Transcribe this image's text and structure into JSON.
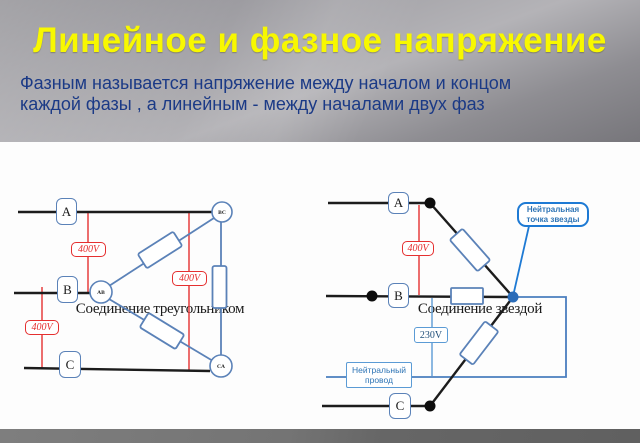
{
  "slide": {
    "title": "Линейное и фазное напряжение",
    "subtitle_line1": "Фазным называется напряжение между началом и концом",
    "subtitle_line2": "каждой фазы , а линейным - между началами двух фаз"
  },
  "colors": {
    "title_yellow": "#f8f800",
    "subtitle_blue": "#1b3a86",
    "phase_line_black": "#1c1c1c",
    "component_blue": "#5b82b8",
    "measure_red": "#e53030",
    "neutral_path_blue": "#4a7ebf",
    "callout_blue": "#1e7ad4",
    "label_text_blue": "#2e74b5"
  },
  "delta": {
    "title": "Соединение треугольником",
    "nodes": {
      "a": "A",
      "b": "B",
      "c": "C"
    },
    "junctions": {
      "top": "BC",
      "left": "AB",
      "bottom": "CA"
    },
    "voltages": {
      "ab": "400V",
      "ac": "400V",
      "bc": "400V"
    }
  },
  "star": {
    "title": "Соединение звездой",
    "nodes": {
      "a": "A",
      "b": "B",
      "c": "C"
    },
    "line_voltage": "400V",
    "phase_voltage": "230V",
    "neutral_point_label": "Нейтральная точка звезды",
    "neutral_wire_label": "Нейтральный провод"
  }
}
